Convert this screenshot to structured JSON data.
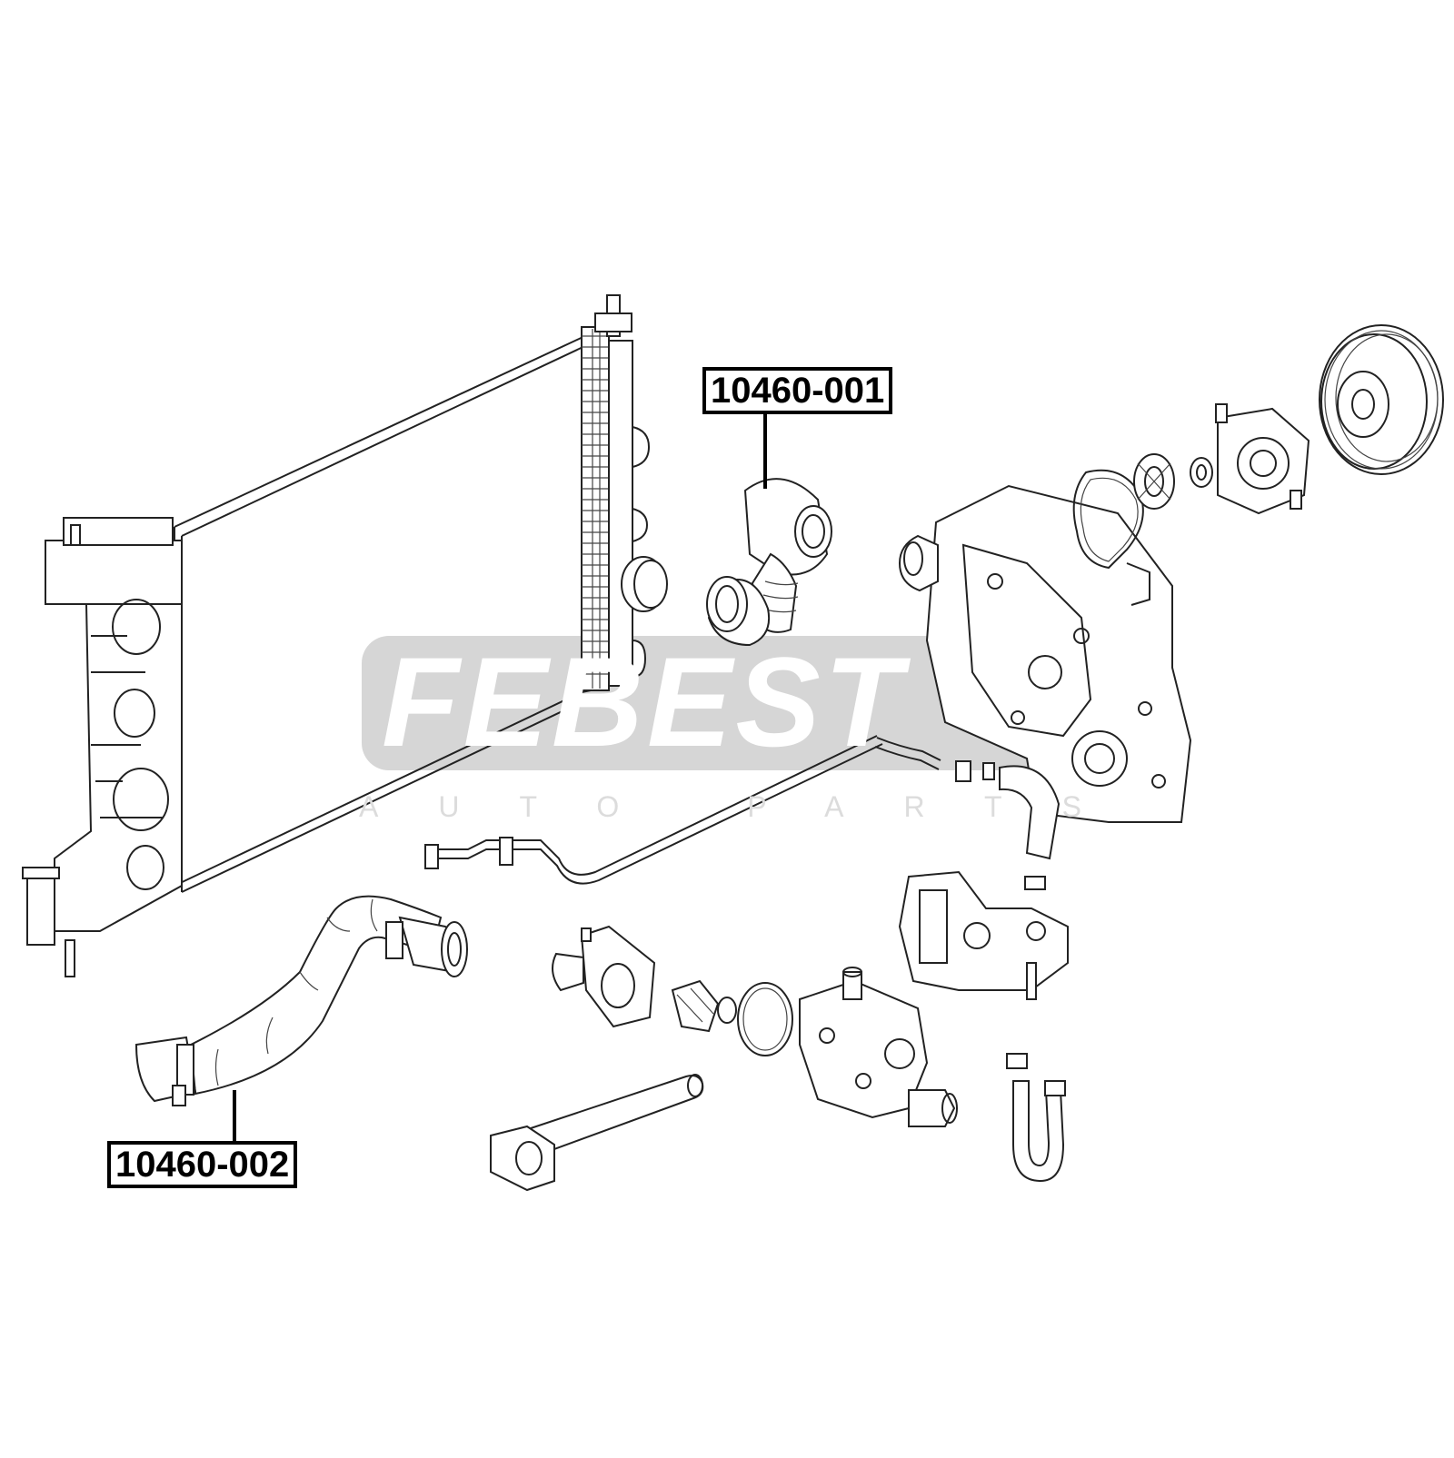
{
  "labels": {
    "part_001": "10460-001",
    "part_002": "10460-002"
  },
  "watermark": {
    "brand": "FEBEST",
    "sub": "AUTO PARTS",
    "color": "#d6d6d6"
  }
}
